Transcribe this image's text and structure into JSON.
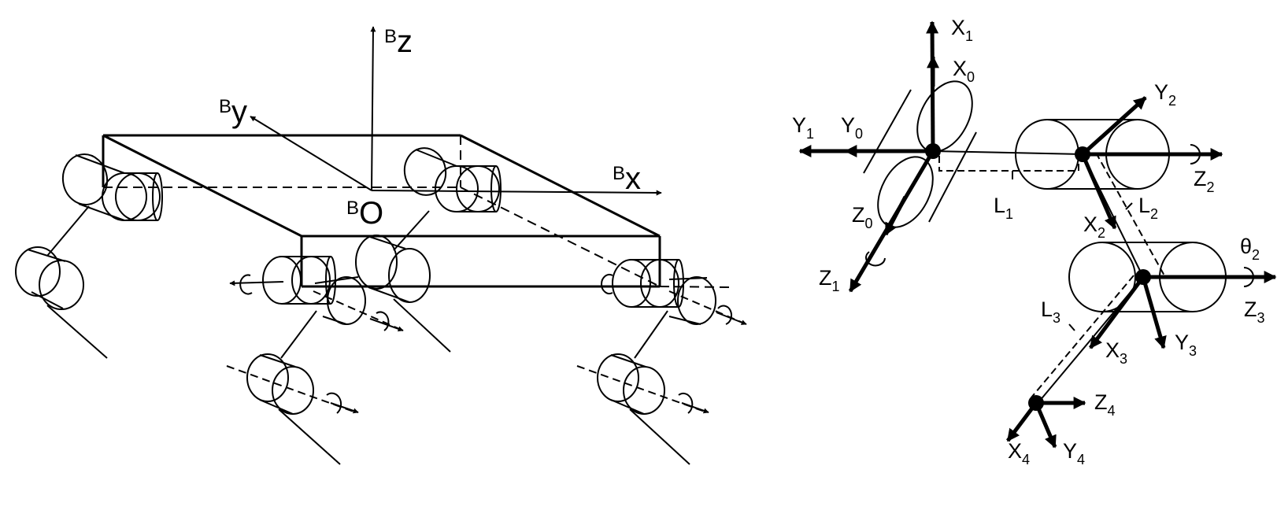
{
  "body_frame": {
    "z_axis": {
      "sup": "B",
      "base": "z"
    },
    "y_axis": {
      "sup": "B",
      "base": "y"
    },
    "x_axis": {
      "sup": "B",
      "base": "x"
    },
    "origin": {
      "sup": "B",
      "base": "O"
    }
  },
  "leg_frames": {
    "x1": {
      "base": "X",
      "sub": "1"
    },
    "x0": {
      "base": "X",
      "sub": "0"
    },
    "y1": {
      "base": "Y",
      "sub": "1"
    },
    "y0": {
      "base": "Y",
      "sub": "0"
    },
    "z0": {
      "base": "Z",
      "sub": "0"
    },
    "z1": {
      "base": "Z",
      "sub": "1"
    },
    "l1": {
      "base": "L",
      "sub": "1"
    },
    "y2": {
      "base": "Y",
      "sub": "2"
    },
    "z2": {
      "base": "Z",
      "sub": "2"
    },
    "x2": {
      "base": "X",
      "sub": "2"
    },
    "l2": {
      "base": "L",
      "sub": "2"
    },
    "theta2": {
      "base": "θ",
      "sub": "2"
    },
    "z3": {
      "base": "Z",
      "sub": "3"
    },
    "y3": {
      "base": "Y",
      "sub": "3"
    },
    "x3": {
      "base": "X",
      "sub": "3"
    },
    "l3": {
      "base": "L",
      "sub": "3"
    },
    "z4": {
      "base": "Z",
      "sub": "4"
    },
    "x4": {
      "base": "X",
      "sub": "4"
    },
    "y4": {
      "base": "Y",
      "sub": "4"
    }
  },
  "colors": {
    "ink": "#000000",
    "background": "#ffffff"
  }
}
